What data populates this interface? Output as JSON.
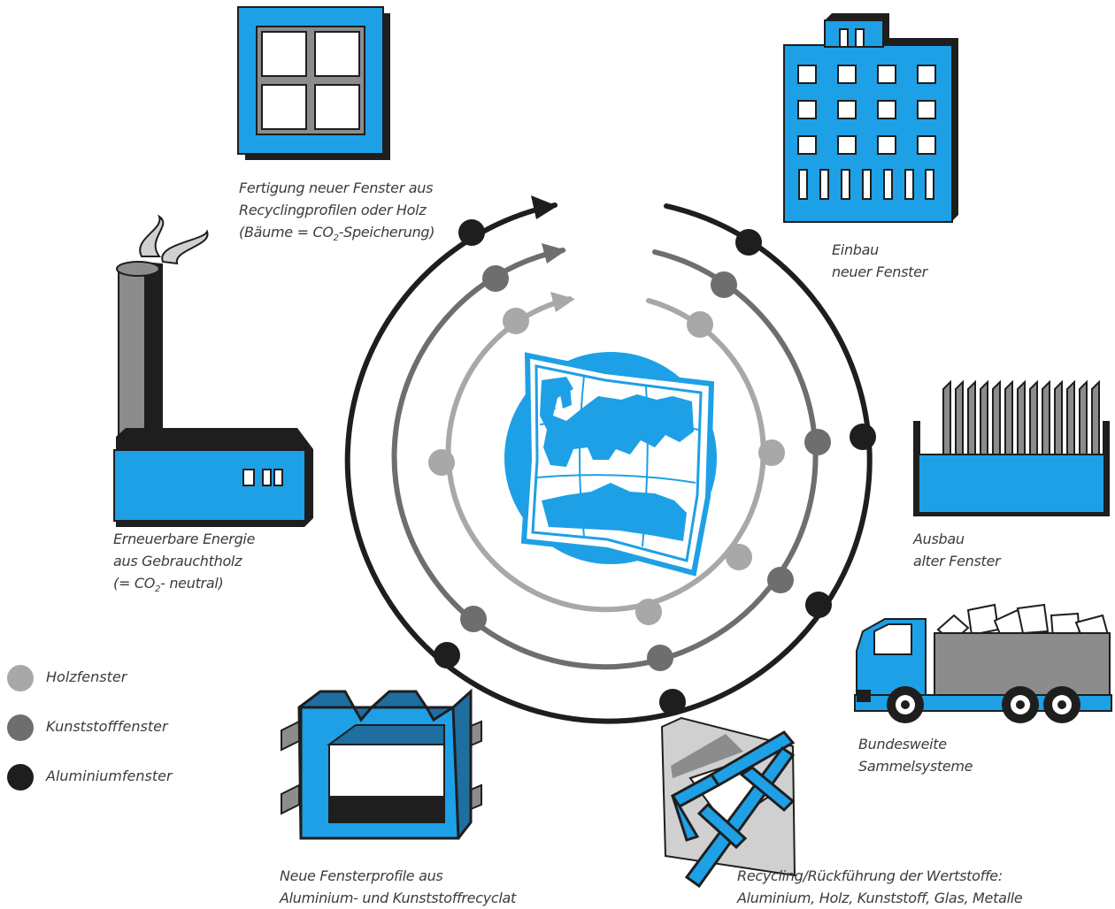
{
  "colors": {
    "accent": "#1ea0e6",
    "holz": "#a8a8a8",
    "kunststoff": "#6e6e6e",
    "aluminium": "#1e1e1e",
    "map_bg": "#1ea0e6"
  },
  "stages": {
    "fertigung": {
      "line1": "Fertigung neuer Fenster aus",
      "line2": "Recyclingprofilen oder Holz",
      "line3_pre": "(Bäume = CO",
      "line3_sub": "2",
      "line3_post": "-Speicherung)",
      "icon": "window-icon"
    },
    "einbau": {
      "line1": "Einbau",
      "line2": "neuer Fenster",
      "icon": "building-icon"
    },
    "ausbau": {
      "line1": "Ausbau",
      "line2": "alter Fenster",
      "icon": "container-icon"
    },
    "sammel": {
      "line1": "Bundesweite",
      "line2": "Sammelsysteme",
      "icon": "truck-icon"
    },
    "recycling": {
      "line1": "Recycling/Rückführung der Wertstoffe:",
      "line2": "Aluminium, Holz,  Kunststoff, Glas, Metalle",
      "icon": "recycling-icon"
    },
    "profile": {
      "line1": "Neue Fensterprofile aus",
      "line2": "Aluminium- und Kunststoffrecyclat",
      "icon": "window-profile-icon"
    },
    "energie": {
      "line1": "Erneuerbare Energie",
      "line2": "aus Gebrauchtholz",
      "line3_pre": "(= CO",
      "line3_sub": "2",
      "line3_post": "- neutral)",
      "icon": "factory-icon"
    }
  },
  "center_icon": "europe-map-icon",
  "legend": [
    {
      "label": "Holzfenster",
      "color": "#a8a8a8"
    },
    {
      "label": "Kunststofffenster",
      "color": "#6e6e6e"
    },
    {
      "label": "Aluminiumfenster",
      "color": "#1e1e1e"
    }
  ]
}
